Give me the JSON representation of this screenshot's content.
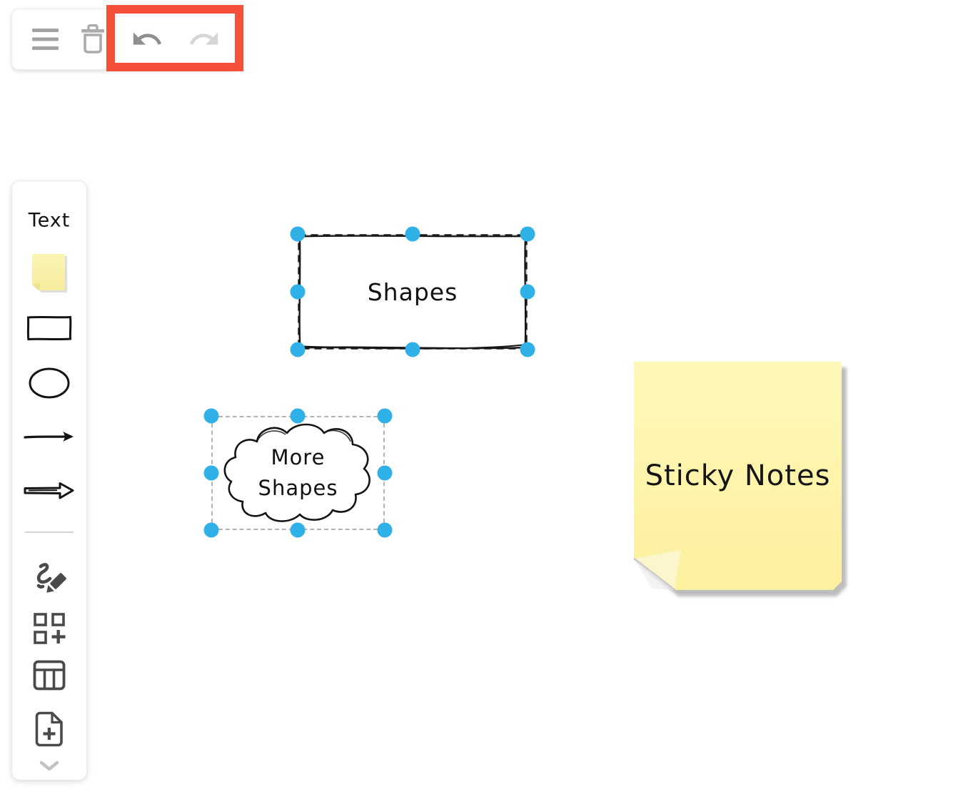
{
  "toolbar": {
    "icons": [
      {
        "name": "menu-icon",
        "color": "#a3a3a3",
        "enabled": true
      },
      {
        "name": "trash-icon",
        "color": "#ababab",
        "enabled": true
      },
      {
        "name": "undo-icon",
        "color": "#8f8f8f",
        "enabled": true
      },
      {
        "name": "redo-icon",
        "color": "#d6d6d6",
        "enabled": false
      }
    ],
    "highlight_color": "#f4503a"
  },
  "sidebar": {
    "text_tool_label": "Text",
    "tools": [
      {
        "name": "text-tool"
      },
      {
        "name": "sticky-note-tool"
      },
      {
        "name": "rectangle-tool"
      },
      {
        "name": "ellipse-tool"
      },
      {
        "name": "arrow-tool"
      },
      {
        "name": "block-arrow-tool"
      },
      {
        "name": "scribble-tool"
      },
      {
        "name": "add-shapes-tool"
      },
      {
        "name": "table-tool"
      },
      {
        "name": "new-document-tool"
      },
      {
        "name": "more-tools-chevron"
      }
    ]
  },
  "canvas": {
    "selection_handle_color": "#2fb0e6",
    "shapes": [
      {
        "type": "rectangle",
        "label": "Shapes",
        "selected": true
      },
      {
        "type": "cloud",
        "label_lines": [
          "More",
          "Shapes"
        ],
        "selected": true
      },
      {
        "type": "sticky-note",
        "label": "Sticky Notes",
        "selected": false
      }
    ]
  },
  "colors": {
    "sticky_top": "#fef8b9",
    "sticky_bottom": "#fdf09e",
    "shape_stroke": "#161616",
    "selection_dash_gray": "#b3b3b3"
  }
}
